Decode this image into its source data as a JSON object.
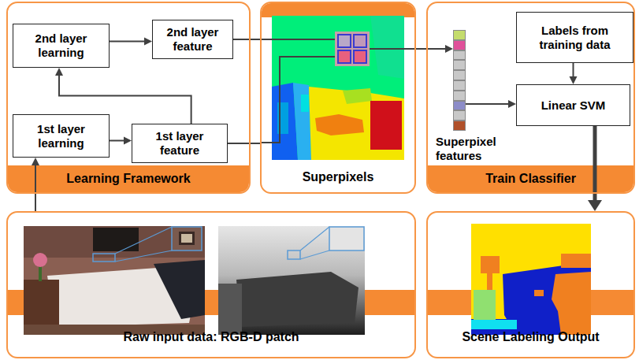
{
  "diagram": {
    "nodes": [
      {
        "text": [
          "Learning Framework"
        ]
      },
      {
        "text": [
          "1st layer learning"
        ],
        "in": 0
      },
      {
        "text": [
          "1st layer feature"
        ],
        "in": 0
      },
      {
        "text": [
          "2nd layer learning"
        ],
        "in": 0
      },
      {
        "text": [
          "2nd layer feature"
        ],
        "in": 0
      },
      {
        "text": [
          "Superpixels"
        ]
      },
      {
        "text": [
          "Train Classifier"
        ]
      },
      {
        "text": [
          "Superpixel features"
        ],
        "in": 6
      },
      {
        "text": [
          "Labels from training data"
        ],
        "in": 6
      },
      {
        "text": [
          "Linear SVM"
        ],
        "in": 6
      },
      {
        "text": [
          "Raw input data: RGB-D patch"
        ]
      },
      {
        "text": [
          "Scene Labeling Output"
        ]
      }
    ],
    "edges": [
      {
        "from": 10,
        "to": 1,
        "arrow": "to"
      },
      {
        "from": 1,
        "to": 2,
        "arrow": "to"
      },
      {
        "from": 2,
        "to": 3,
        "arrow": "to"
      },
      {
        "from": 3,
        "to": 4,
        "arrow": "to"
      },
      {
        "from": 4,
        "to": 5,
        "arrow": "none"
      },
      {
        "from": 2,
        "to": 5,
        "arrow": "none"
      },
      {
        "from": 5,
        "to": 7,
        "arrow": "to"
      },
      {
        "from": 7,
        "to": 9,
        "arrow": "to"
      },
      {
        "from": 8,
        "to": 9,
        "arrow": "to"
      },
      {
        "from": 9,
        "to": 11,
        "arrow": "to"
      }
    ]
  }
}
